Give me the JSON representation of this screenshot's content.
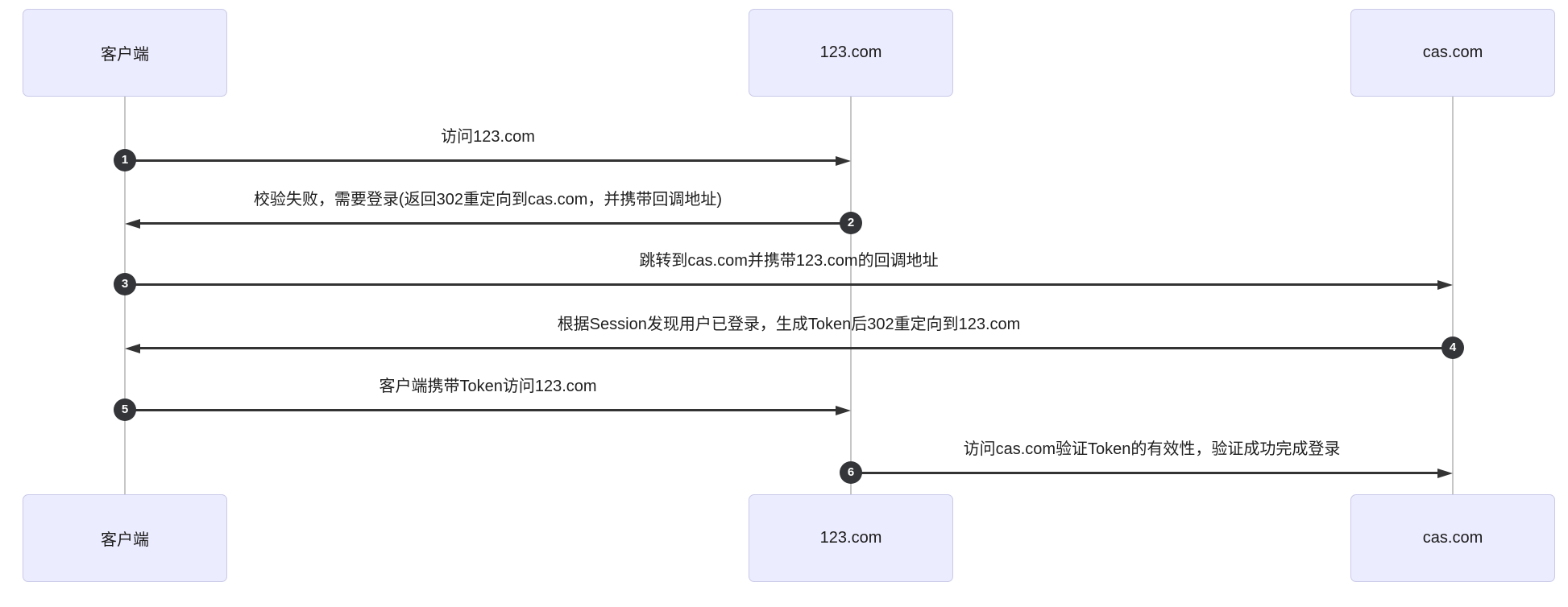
{
  "diagram": {
    "type": "sequence",
    "actors": [
      {
        "id": "client",
        "label": "客户端"
      },
      {
        "id": "site",
        "label": "123.com"
      },
      {
        "id": "cas",
        "label": "cas.com"
      }
    ],
    "messages": [
      {
        "number": "1",
        "from": "客户端",
        "to": "123.com",
        "direction": "right",
        "text": "访问123.com"
      },
      {
        "number": "2",
        "from": "123.com",
        "to": "客户端",
        "direction": "left",
        "text": "校验失败，需要登录(返回302重定向到cas.com，并携带回调地址)"
      },
      {
        "number": "3",
        "from": "客户端",
        "to": "cas.com",
        "direction": "right",
        "text": "跳转到cas.com并携带123.com的回调地址"
      },
      {
        "number": "4",
        "from": "cas.com",
        "to": "客户端",
        "direction": "left",
        "text": "根据Session发现用户已登录，生成Token后302重定向到123.com"
      },
      {
        "number": "5",
        "from": "客户端",
        "to": "123.com",
        "direction": "right",
        "text": "客户端携带Token访问123.com"
      },
      {
        "number": "6",
        "from": "123.com",
        "to": "cas.com",
        "direction": "right",
        "text": "访问cas.com验证Token的有效性，验证成功完成登录"
      }
    ],
    "colors": {
      "background": "#ffffff",
      "actor_fill": "#ececff",
      "actor_border": "#c9c9e8",
      "lifeline": "#c6c6c6",
      "arrow": "#333333",
      "number_circle": "#333538",
      "number_text": "#ffffff",
      "message_text": "#1f1f1f"
    }
  }
}
